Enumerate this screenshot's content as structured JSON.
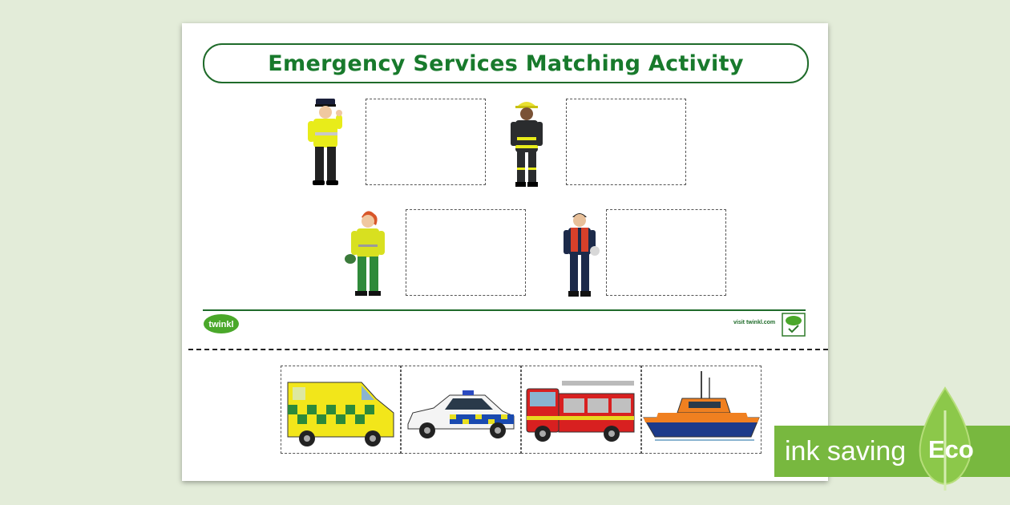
{
  "title": "Emergency Services Matching Activity",
  "people": [
    {
      "name": "police officer"
    },
    {
      "name": "firefighter"
    },
    {
      "name": "paramedic"
    },
    {
      "name": "lifeboat crew member"
    }
  ],
  "vehicles": [
    "ambulance",
    "police car",
    "fire engine",
    "lifeboat"
  ],
  "footer": {
    "logo_text": "twinkl",
    "visit_text": "visit twinkl.com"
  },
  "eco_banner": {
    "ink_label": "ink saving",
    "eco_label": "Eco"
  },
  "colors": {
    "background": "#e3ecd9",
    "title_green": "#187a2c",
    "eco_green": "#78b83f"
  }
}
